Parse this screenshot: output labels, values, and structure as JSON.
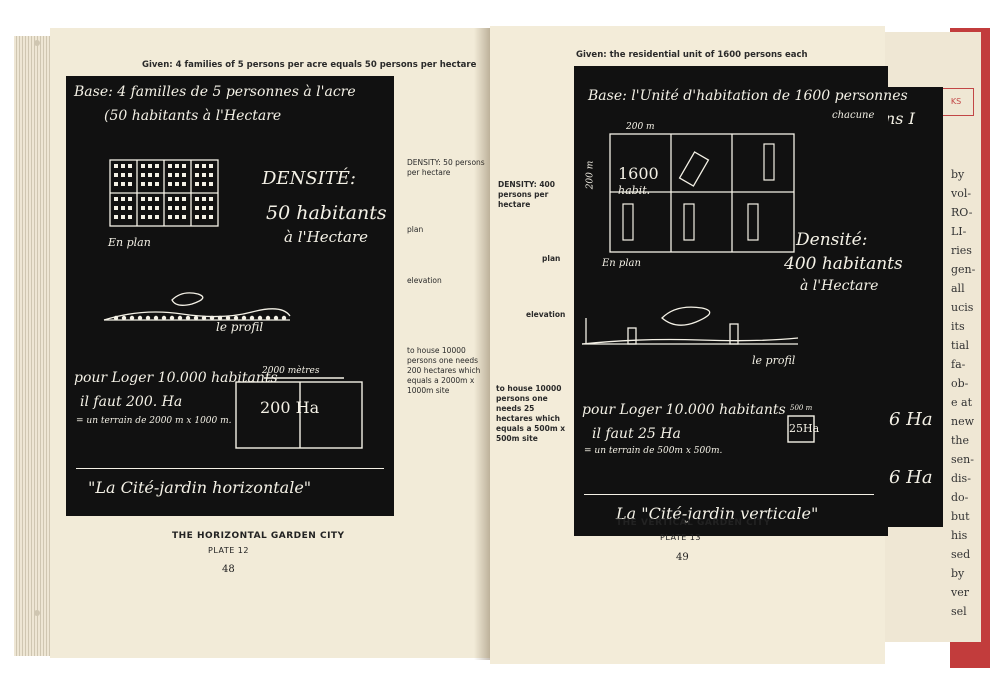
{
  "left_page": {
    "heading": "Given: 4 families of 5 persons per acre equals 50 persons per hectare",
    "chalk": {
      "base_line1": "Base: 4 familles de 5 personnes à l'acre",
      "base_line2": "(50 habitants à l'Hectare",
      "densite": "DENSITÉ:",
      "dens_val1": "50 habitants",
      "dens_val2": "à l'Hectare",
      "en_plan": "En plan",
      "profil": "le profil",
      "loger1": "pour Loger 10.000 habitants",
      "loger2": "il faut 200. Ha",
      "terrain": "= un terrain de 2000 m x 1000 m.",
      "metres": "2000 mètres",
      "box_text": "200  Ha",
      "cite": "\"La Cité-jardin horizontale\""
    },
    "captions": {
      "density": "DENSITY: 50 persons per hectare",
      "plan": "plan",
      "elevation": "elevation",
      "house": "to house 10000 persons one needs 200 hectares which equals a 2000m x 1000m site"
    },
    "title": "THE HORIZONTAL GARDEN CITY",
    "plate": "PLATE 12",
    "page_number": "48"
  },
  "right_page": {
    "heading": "Given: the residential unit of 1600 persons each",
    "chalk": {
      "base_line1": "Base: l'Unité d'habitation de 1600 personnes",
      "chacune": "chacune",
      "dim_top": "200 m",
      "dim_side": "200 m",
      "unit_num": "1600",
      "unit_hab": "habit.",
      "densite": "Densité:",
      "dens_val1": "400 habitants",
      "dens_val2": "à l'Hectare",
      "en_plan": "En plan",
      "profil": "le profil",
      "loger1": "pour Loger 10.000 habitants",
      "loger2": "il faut 25 Ha",
      "terrain": "= un terrain de 500m x 500m.",
      "box_dim": "500 m",
      "box_text": "25Ha",
      "cite": "La \"Cité-jardin verticale\""
    },
    "captions": {
      "density": "DENSITY: 400 persons per hectare",
      "plan": "plan",
      "elevation": "elevation",
      "house": "to house 10000 persons one needs 25 hectares which equals a 500m x 500m site"
    },
    "title": "THE VERTICAL GARDEN CITY",
    "plate": "PLATE 13",
    "page_number": "49"
  },
  "back_book": {
    "box_label": "KS",
    "chalk_frag1": "ns I",
    "chalk_frag2": "6 Ha",
    "chalk_frag3": "6 Ha",
    "margin_text": [
      "by",
      "vol-",
      "RO-",
      "LI-",
      "ries",
      "gen-",
      "all",
      "ucis",
      "its",
      "tial",
      "fa-",
      "ob-",
      "e at",
      "new",
      "the",
      "sen-",
      "dis-",
      "do-",
      "but",
      "his",
      "sed",
      "by",
      "ver",
      "sel"
    ]
  },
  "colors": {
    "page": "#f2ebd8",
    "blackboard": "#111111",
    "chalk": "#f4f1e6",
    "cover_red": "#c23c3c"
  }
}
